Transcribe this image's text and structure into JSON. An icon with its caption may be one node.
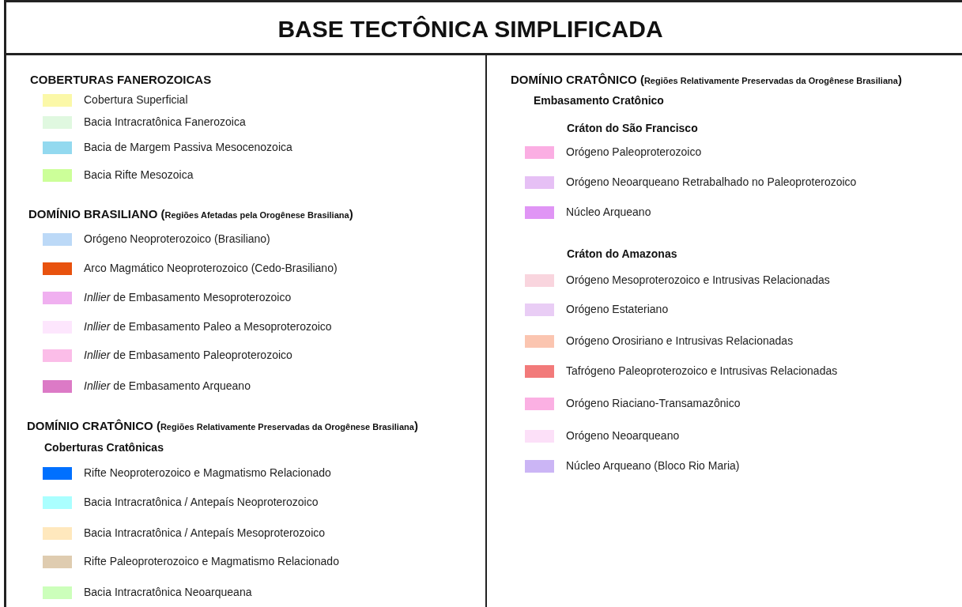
{
  "diagram": {
    "title": "BASE TECTÔNICA SIMPLIFICADA",
    "labels": [
      "COBERTURAS FANEROZOICAS",
      "DOMÍNIO BRASILIANO (Regiões Afetadas pela Orogênese Brasiliana)",
      "DOMÍNIO CRATÔNICO (Regiões Relativamente Preservadas da Orogênese Brasiliana)",
      "Coberturas Cratônicas",
      "DOMÍNIO CRATÔNICO (Regiões Relativamente Preservadas da Orogênese Brasiliana)",
      "Embasamento Cratônico",
      "Cráton do São Francisco",
      "Cráton do Amazonas"
    ],
    "legend": [
      {
        "text": "Cobertura Superficial",
        "color": "#fbf8a8"
      },
      {
        "text": "Bacia Intracratônica Fanerozoica",
        "color": "#e0f8e0"
      },
      {
        "text": "Bacia de Margem Passiva Mesocenozoica",
        "color": "#93d9ef"
      },
      {
        "text": "Bacia Rifte Mesozoica",
        "color": "#ccff99"
      },
      {
        "text": "Orógeno Neoproterozoico (Brasiliano)",
        "color": "#bcd9f7"
      },
      {
        "text": "Arco Magmático Neoproterozoico (Cedo-Brasiliano)",
        "color": "#e8520e"
      },
      {
        "text": "*Inllier* de Embasamento Mesoproterozoico",
        "color": "#f0b0f0"
      },
      {
        "text": "*Inllier* de Embasamento Paleo a Mesoproterozoico",
        "color": "#fde6fd"
      },
      {
        "text": "*Inllier* de Embasamento Paleoproterozoico",
        "color": "#fbbde8"
      },
      {
        "text": "*Inllier* de Embasamento Arqueano",
        "color": "#dc7ac6"
      },
      {
        "text": "Rifte Neoproterozoico e Magmatismo Relacionado",
        "color": "#0070ff"
      },
      {
        "text": "Bacia Intracratônica / Antepaís Neoproterozoico",
        "color": "#aaffff"
      },
      {
        "text": "Bacia Intracratônica / Antepaís Mesoproterozoico",
        "color": "#ffe8bd"
      },
      {
        "text": "Rifte Paleoproterozoico e Magmatismo Relacionado",
        "color": "#dfccb0"
      },
      {
        "text": "Bacia Intracratônica Neoarqueana",
        "color": "#ccffbb"
      },
      {
        "text": "Orógeno Paleoproterozoico",
        "color": "#fbaee3"
      },
      {
        "text": "Orógeno Neoarqueano Retrabalhado no Paleoproterozoico",
        "color": "#e6c0f5"
      },
      {
        "text": "Núcleo Arqueano",
        "color": "#e095f5"
      },
      {
        "text": "Orógeno Mesoproterozoico e Intrusivas Relacionadas",
        "color": "#f9d5de"
      },
      {
        "text": "Orógeno Estateriano",
        "color": "#e9cdf5"
      },
      {
        "text": "Orógeno Orosiriano e Intrusivas Relacionadas",
        "color": "#fbc5b0"
      },
      {
        "text": "Tafrógeno Paleoproterozoico e Intrusivas Relacionadas",
        "color": "#f27a7a"
      },
      {
        "text": "Orógeno Riaciano-Transamazônico",
        "color": "#fbb0e3"
      },
      {
        "text": "Orógeno Neoarqueano",
        "color": "#fce0f8"
      },
      {
        "text": "Núcleo Arqueano (Bloco Rio Maria)",
        "color": "#cbb5f5"
      }
    ]
  }
}
